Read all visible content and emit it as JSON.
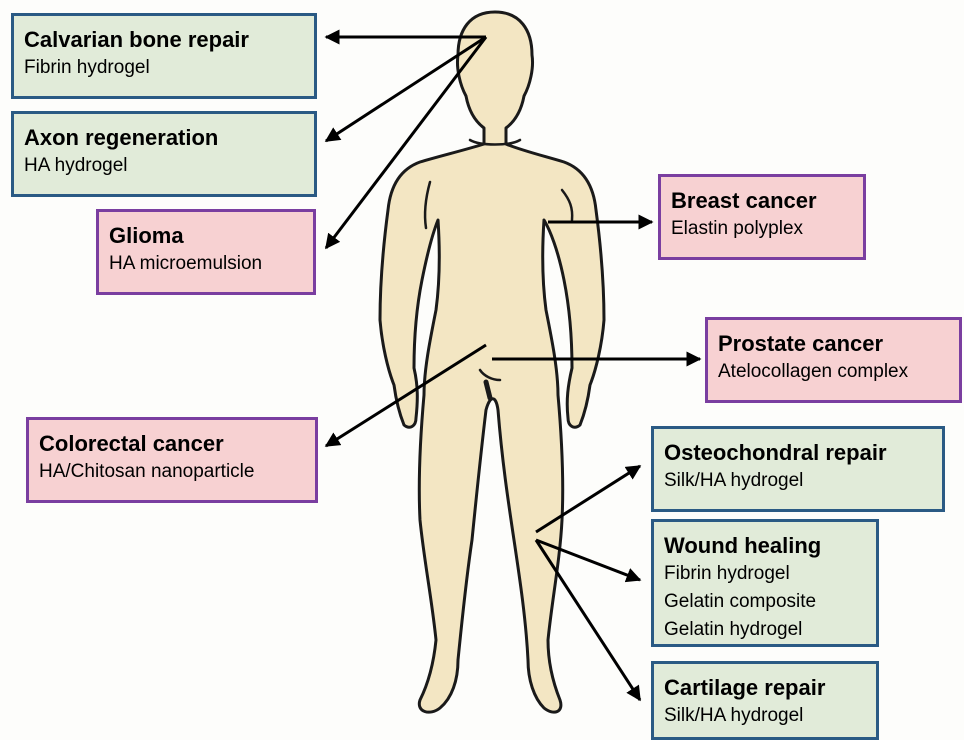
{
  "applications": [
    {
      "id": "calvarian",
      "category": "regeneration",
      "title": "Calvarian bone repair",
      "materials": [
        "Fibrin hydrogel"
      ]
    },
    {
      "id": "axon",
      "category": "regeneration",
      "title": "Axon regeneration",
      "materials": [
        "HA hydrogel"
      ]
    },
    {
      "id": "glioma",
      "category": "cancer",
      "title": "Glioma",
      "materials": [
        "HA microemulsion"
      ]
    },
    {
      "id": "breast",
      "category": "cancer",
      "title": "Breast cancer",
      "materials": [
        "Elastin polyplex"
      ]
    },
    {
      "id": "prostate",
      "category": "cancer",
      "title": "Prostate cancer",
      "materials": [
        "Atelocollagen complex"
      ]
    },
    {
      "id": "colorectal",
      "category": "cancer",
      "title": "Colorectal cancer",
      "materials": [
        "HA/Chitosan nanoparticle"
      ]
    },
    {
      "id": "osteochondral",
      "category": "regeneration",
      "title": "Osteochondral repair",
      "materials": [
        "Silk/HA hydrogel"
      ]
    },
    {
      "id": "wound",
      "category": "regeneration",
      "title": "Wound healing",
      "materials": [
        "Fibrin hydrogel",
        "Gelatin composite",
        "Gelatin hydrogel"
      ]
    },
    {
      "id": "cartilage",
      "category": "regeneration",
      "title": "Cartilage repair",
      "materials": [
        "Silk/HA hydrogel"
      ]
    }
  ],
  "colors": {
    "regeneration_fill": "#e1ebd9",
    "regeneration_border": "#2a5a84",
    "cancer_fill": "#f7d1d2",
    "cancer_border": "#7a3ea0",
    "body_fill": "#f3e6c3",
    "arrow": "#000000"
  }
}
